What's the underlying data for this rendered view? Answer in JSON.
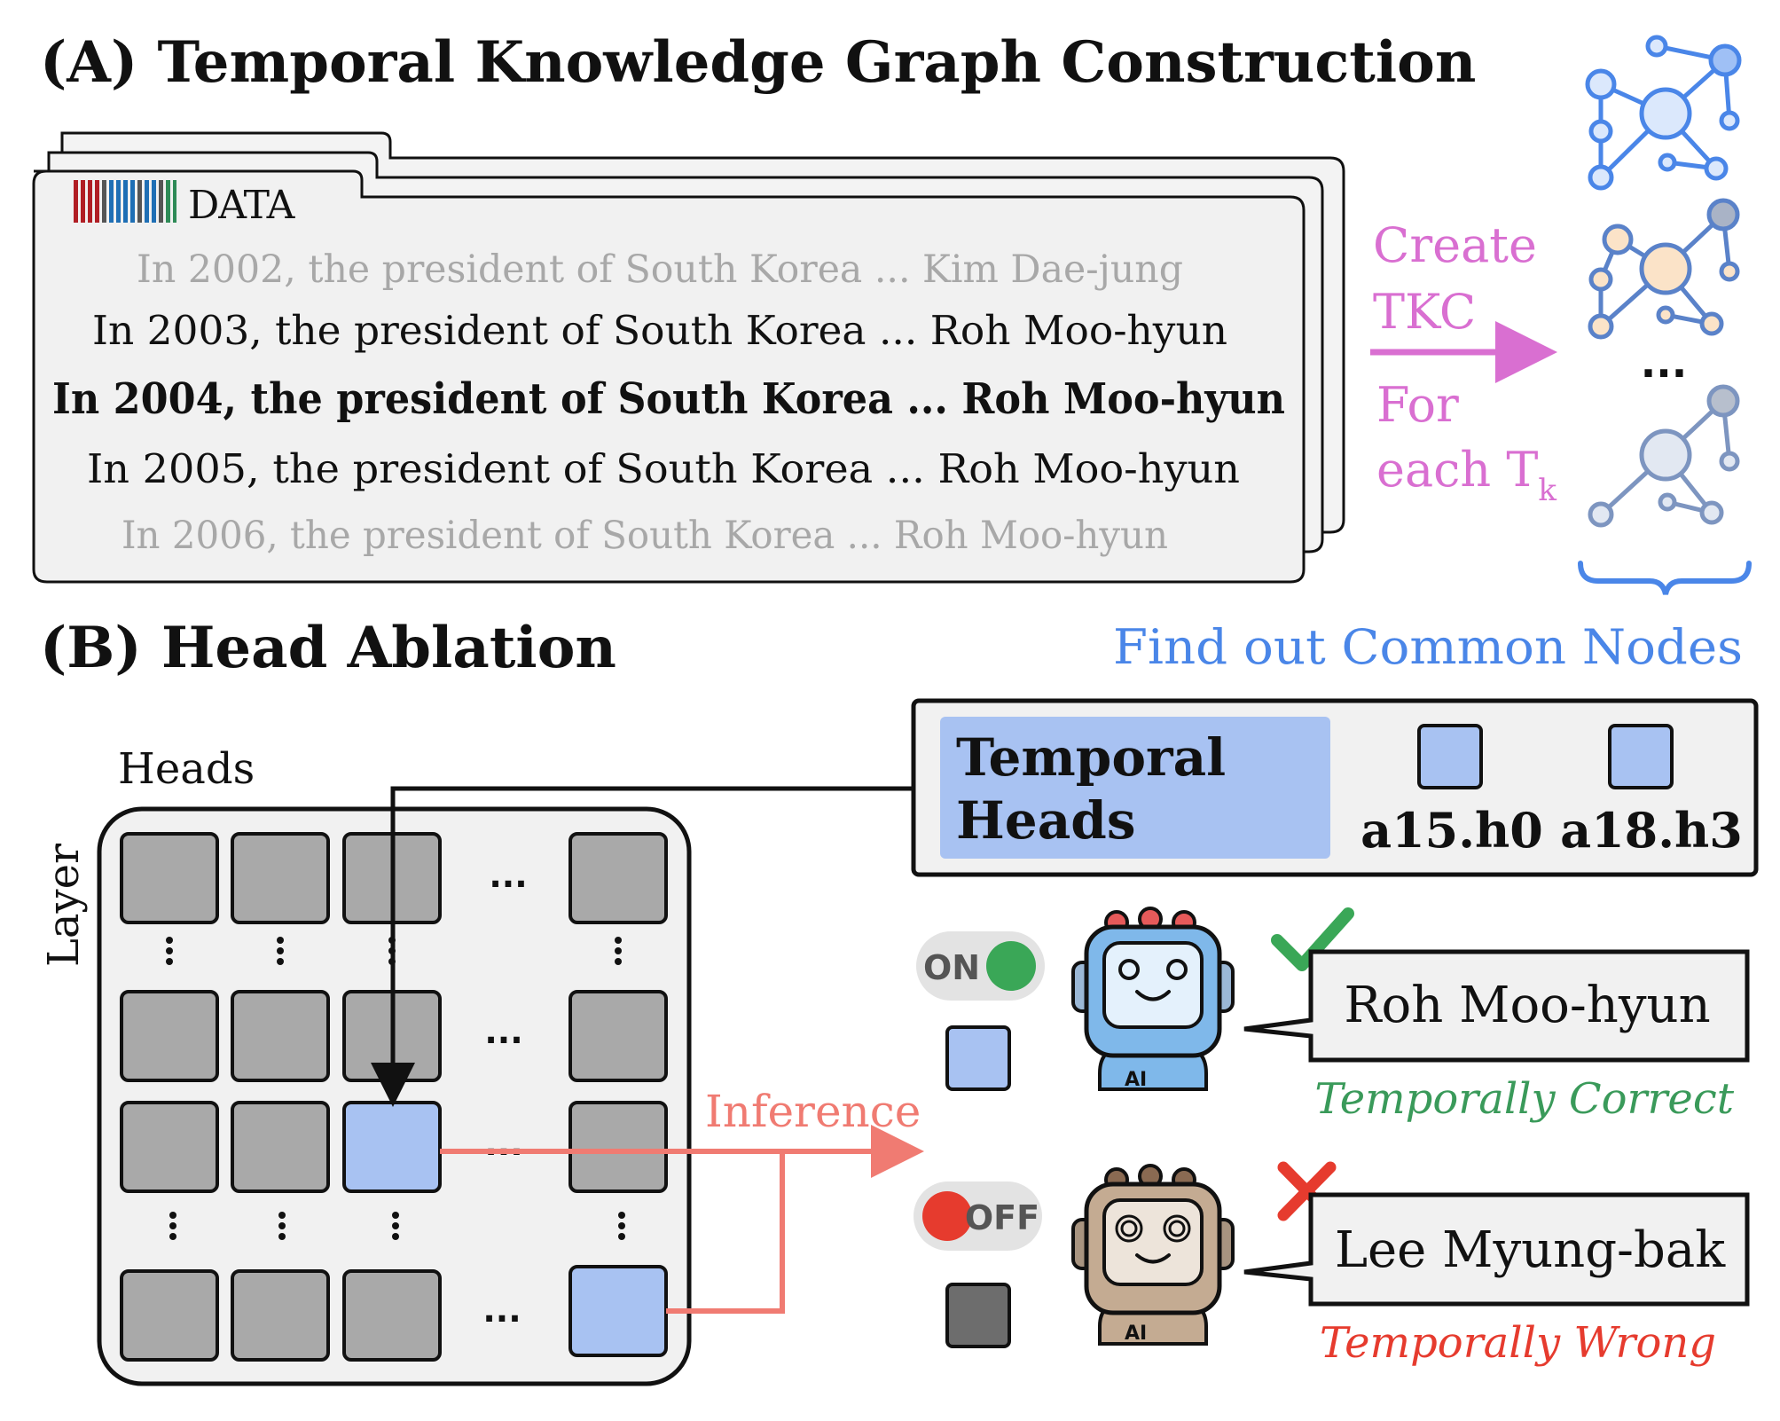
{
  "section_a": {
    "title": "(A) Temporal Knowledge Graph Construction",
    "data_label": "DATA",
    "lines": [
      "In 2002, the president of South Korea ... Kim Dae-jung",
      "In 2003, the president of South Korea ... Roh Moo-hyun",
      "In 2004, the president of South Korea ... Roh Moo-hyun",
      "In 2005, the president of South Korea ... Roh Moo-hyun",
      "In 2006, the president of South Korea ... Roh Moo-hyun"
    ],
    "arrow_top_1": "Create",
    "arrow_top_2": "TKC",
    "arrow_bottom_1": "For",
    "arrow_bottom_2": "each T",
    "arrow_bottom_sub": "k",
    "graph_ellipsis": "...",
    "common_nodes": "Find out Common Nodes"
  },
  "section_b": {
    "title": "(B) Head Ablation",
    "heads_label": "Heads",
    "layer_label": "Layer",
    "grid_ellipsis": "...",
    "inference_label": "Inference",
    "temporal_heads_1": "Temporal",
    "temporal_heads_2": "Heads",
    "head_ids": [
      "a15.h0",
      "a18.h3"
    ],
    "toggle_on": "ON",
    "toggle_off": "OFF",
    "robot_badge": "AI",
    "answer_correct": "Roh Moo-hyun",
    "answer_wrong": "Lee Myung-bak",
    "verdict_correct": "Temporally Correct",
    "verdict_wrong": "Temporally Wrong"
  },
  "colors": {
    "pink": "#d96fd1",
    "blue": "#5b8de8",
    "head_blue": "#a8c2f2",
    "grey_cell": "#a9a9a9",
    "salmon": "#f07b72",
    "green": "#3aa757",
    "red": "#e63b2e"
  }
}
